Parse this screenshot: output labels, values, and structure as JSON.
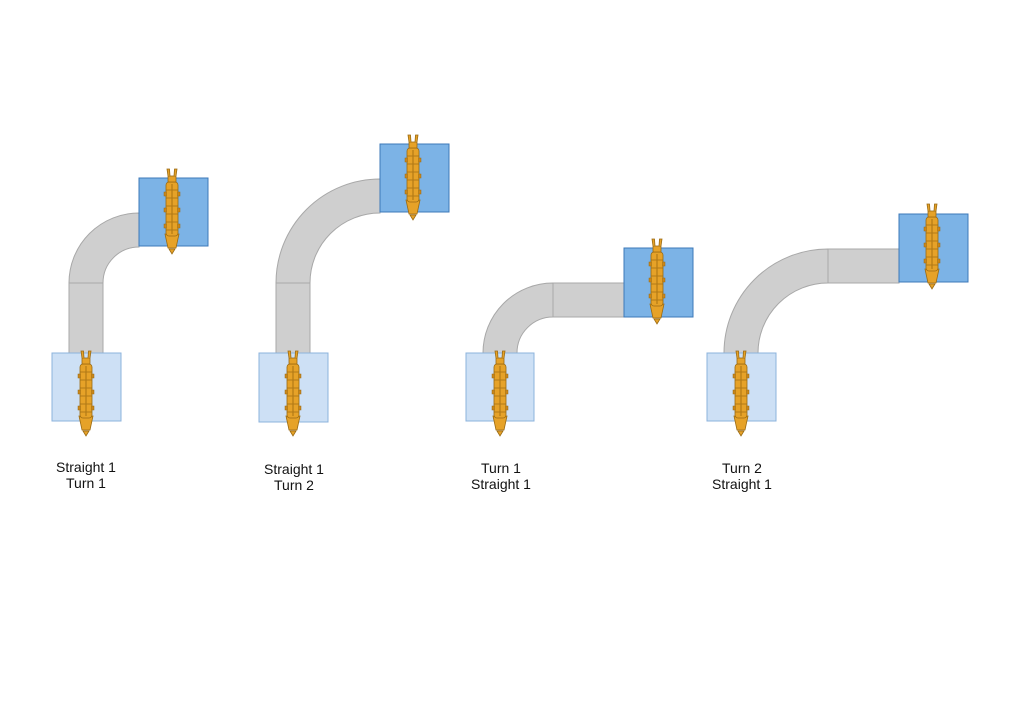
{
  "colors": {
    "background": "#ffffff",
    "track_fill": "#cfcfcf",
    "track_stroke": "#a8a8a8",
    "start_box_fill": "#cde0f5",
    "start_box_stroke": "#8cb3dc",
    "end_box_fill": "#7cb3e6",
    "end_box_stroke": "#3c78b8",
    "robot_body": "#e6a228",
    "robot_dark": "#9a6a12",
    "caption_text": "#111111"
  },
  "icons": {
    "robot": "worm-robot-icon"
  },
  "diagrams": [
    {
      "id": "straight-1-turn-1",
      "line1": "Straight 1",
      "line2": "Turn 1"
    },
    {
      "id": "straight-1-turn-2",
      "line1": "Straight 1",
      "line2": "Turn 2"
    },
    {
      "id": "turn-1-straight-1",
      "line1": "Turn 1",
      "line2": "Straight 1"
    },
    {
      "id": "turn-2-straight-1",
      "line1": "Turn 2",
      "line2": "Straight 1"
    }
  ]
}
